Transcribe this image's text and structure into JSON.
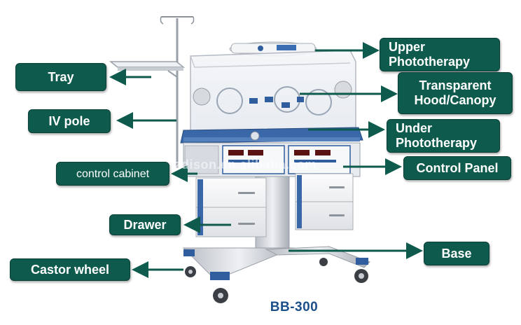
{
  "labels": {
    "tray": "Tray",
    "iv_pole": "IV pole",
    "control_cabinet": "control cabinet",
    "drawer": "Drawer",
    "castor_wheel": "Castor wheel",
    "upper_phototherapy": "Upper Phototherapy",
    "transparent_hood": "Transparent Hood/Canopy",
    "under_phototherapy": "Under Phototherapy",
    "control_panel": "Control Panel",
    "base": "Base"
  },
  "model": "BB-300",
  "watermark": "zzdison.en.alibaba.com",
  "colors": {
    "label_bg": "#0e5a4d",
    "arrow": "#0e5a4d",
    "machine_blue": "#2f5d9e",
    "model_text": "#1b4f8a"
  }
}
